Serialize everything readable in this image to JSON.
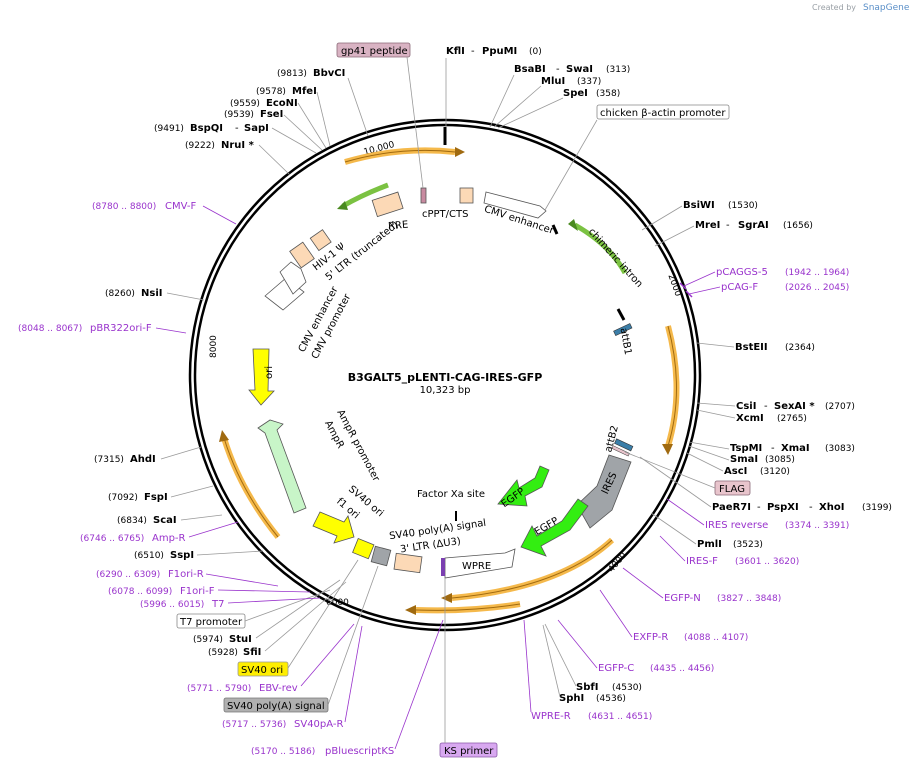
{
  "credit": {
    "prefix": "Created by",
    "brand": "SnapGene"
  },
  "map": {
    "name": "B3GALT5_pLENTI-CAG-IRES-GFP",
    "length_label": "10,323 bp",
    "total_bp": 10323,
    "backbone_color": "#000000"
  },
  "ticks": [
    "2000",
    "4000",
    "6000",
    "8000",
    "10,000"
  ],
  "enzymes": [
    {
      "name": "KflI",
      "pos": "(0)",
      "second": "PpuMI"
    },
    {
      "name": "BsaBI",
      "pos": "(313)",
      "second": "SwaI"
    },
    {
      "name": "MluI",
      "pos": "(337)"
    },
    {
      "name": "SpeI",
      "pos": "(358)"
    },
    {
      "name": "BsiWI",
      "pos": "(1530)"
    },
    {
      "name": "MreI",
      "pos": "(1656)",
      "second": "SgrAI"
    },
    {
      "name": "BstEII",
      "pos": "(2364)"
    },
    {
      "name": "CsiI",
      "pos": "(2707)",
      "second": "SexAI *"
    },
    {
      "name": "XcmI",
      "pos": "(2765)"
    },
    {
      "name": "TspMI",
      "pos": "(3083)",
      "second": "XmaI"
    },
    {
      "name": "SmaI",
      "pos": "(3085)"
    },
    {
      "name": "AscI",
      "pos": "(3120)"
    },
    {
      "name": "PaeR7I",
      "pos": "(3199)",
      "second": "PspXI",
      "third": "XhoI"
    },
    {
      "name": "PmlI",
      "pos": "(3523)"
    },
    {
      "name": "SbfI",
      "pos": "(4530)"
    },
    {
      "name": "SphI",
      "pos": "(4536)"
    },
    {
      "name": "StuI",
      "pos": "(5974)"
    },
    {
      "name": "SfiI",
      "pos": "(5928)"
    },
    {
      "name": "SspI",
      "pos": "(6510)"
    },
    {
      "name": "ScaI",
      "pos": "(6834)"
    },
    {
      "name": "FspI",
      "pos": "(7092)"
    },
    {
      "name": "AhdI",
      "pos": "(7315)"
    },
    {
      "name": "NsiI",
      "pos": "(8260)"
    },
    {
      "name": "NruI *",
      "pos": "(9222)"
    },
    {
      "name": "BspQI",
      "pos": "(9491)",
      "second": "SapI"
    },
    {
      "name": "FseI",
      "pos": "(9539)"
    },
    {
      "name": "EcoNI",
      "pos": "(9559)"
    },
    {
      "name": "MfeI",
      "pos": "(9578)"
    },
    {
      "name": "BbvCI",
      "pos": "(9813)"
    }
  ],
  "primers": [
    {
      "name": "pCAGGS-5",
      "range": "(1942 .. 1964)"
    },
    {
      "name": "pCAG-F",
      "range": "(2026 .. 2045)"
    },
    {
      "name": "IRES reverse",
      "range": "(3374 .. 3391)"
    },
    {
      "name": "IRES-F",
      "range": "(3601 .. 3620)"
    },
    {
      "name": "EGFP-N",
      "range": "(3827 .. 3848)"
    },
    {
      "name": "EXFP-R",
      "range": "(4088 .. 4107)"
    },
    {
      "name": "EGFP-C",
      "range": "(4435 .. 4456)"
    },
    {
      "name": "WPRE-R",
      "range": "(4631 .. 4651)"
    },
    {
      "name": "pBluescriptKS",
      "range": "(5170 .. 5186)"
    },
    {
      "name": "SV40pA-R",
      "range": "(5717 .. 5736)"
    },
    {
      "name": "EBV-rev",
      "range": "(5771 .. 5790)"
    },
    {
      "name": "T7",
      "range": "(5996 .. 6015)"
    },
    {
      "name": "F1ori-F",
      "range": "(6078 .. 6099)"
    },
    {
      "name": "F1ori-R",
      "range": "(6290 .. 6309)"
    },
    {
      "name": "Amp-R",
      "range": "(6746 .. 6765)"
    },
    {
      "name": "pBR322ori-F",
      "range": "(8048 .. 8067)"
    },
    {
      "name": "CMV-F",
      "range": "(8780 .. 8800)"
    }
  ],
  "boxed_labels": [
    {
      "text": "gp41 peptide",
      "color": "#d9b3c3"
    },
    {
      "text": "chicken β-actin promoter",
      "color": "#ffffff"
    },
    {
      "text": "FLAG",
      "color": "#e8c4cc"
    },
    {
      "text": "T7 promoter",
      "color": "#ffffff"
    },
    {
      "text": "SV40 ori",
      "color": "#ffee00"
    },
    {
      "text": "SV40 poly(A) signal",
      "color": "#b0b0b0"
    },
    {
      "text": "KS primer",
      "color": "#d8a8f0"
    }
  ],
  "features": [
    {
      "text": "cPPT/CTS"
    },
    {
      "text": "RRE"
    },
    {
      "text": "HIV-1 Ψ"
    },
    {
      "text": "5' LTR (truncated)"
    },
    {
      "text": "CMV enhancer"
    },
    {
      "text": "CMV promoter"
    },
    {
      "text": "CMV enhancer"
    },
    {
      "text": "chimeric intron"
    },
    {
      "text": "attB1"
    },
    {
      "text": "attB2"
    },
    {
      "text": "IRES"
    },
    {
      "text": "EGFP"
    },
    {
      "text": "EGFP"
    },
    {
      "text": "Factor Xa site"
    },
    {
      "text": "WPRE"
    },
    {
      "text": "SV40 poly(A) signal"
    },
    {
      "text": "3' LTR (ΔU3)"
    },
    {
      "text": "SV40 ori"
    },
    {
      "text": "f1 ori"
    },
    {
      "text": "AmpR promoter"
    },
    {
      "text": "AmpR"
    },
    {
      "text": "ori"
    }
  ],
  "colors": {
    "orf_orange": "#f5b94b",
    "promoter_green": "#7bc242",
    "egfp_green": "#33ee11",
    "ampr_green": "#c8f5c8",
    "ori_yellow": "#ffff00",
    "ires_gray": "#a0a4a8",
    "ltr_peach": "#fcd9b6",
    "primer_purple": "#9933cc"
  }
}
